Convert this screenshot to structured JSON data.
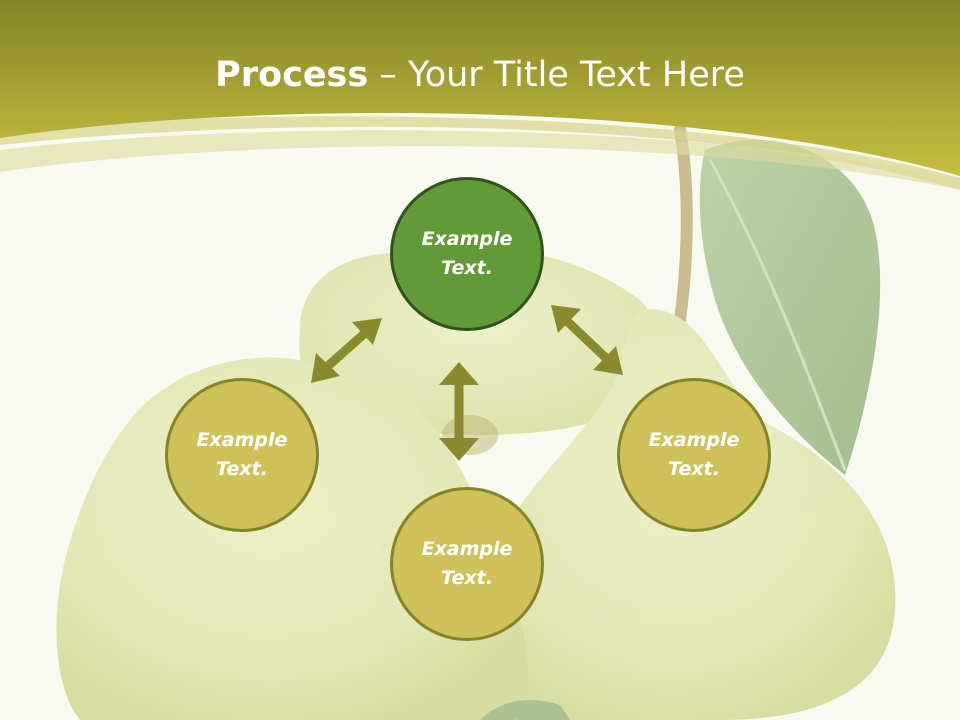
{
  "title": {
    "bold": "Process",
    "dash": " – ",
    "rest": "Your Title Text Here"
  },
  "nodes": [
    {
      "id": "top",
      "label": "Example\nText."
    },
    {
      "id": "left",
      "label": "Example\nText."
    },
    {
      "id": "right",
      "label": "Example\nText."
    },
    {
      "id": "bottom",
      "label": "Example\nText."
    }
  ],
  "colors": {
    "banner_dark": "#8a8a2c",
    "banner_light": "#c6bd3e",
    "node_fill": "#cdc157",
    "node_border": "#848427",
    "main_fill": "#629a38",
    "main_border": "#2f5417",
    "arrow": "#8a8a2c"
  },
  "icons": [
    "pear-photo-background",
    "double-headed-arrow-icon"
  ]
}
